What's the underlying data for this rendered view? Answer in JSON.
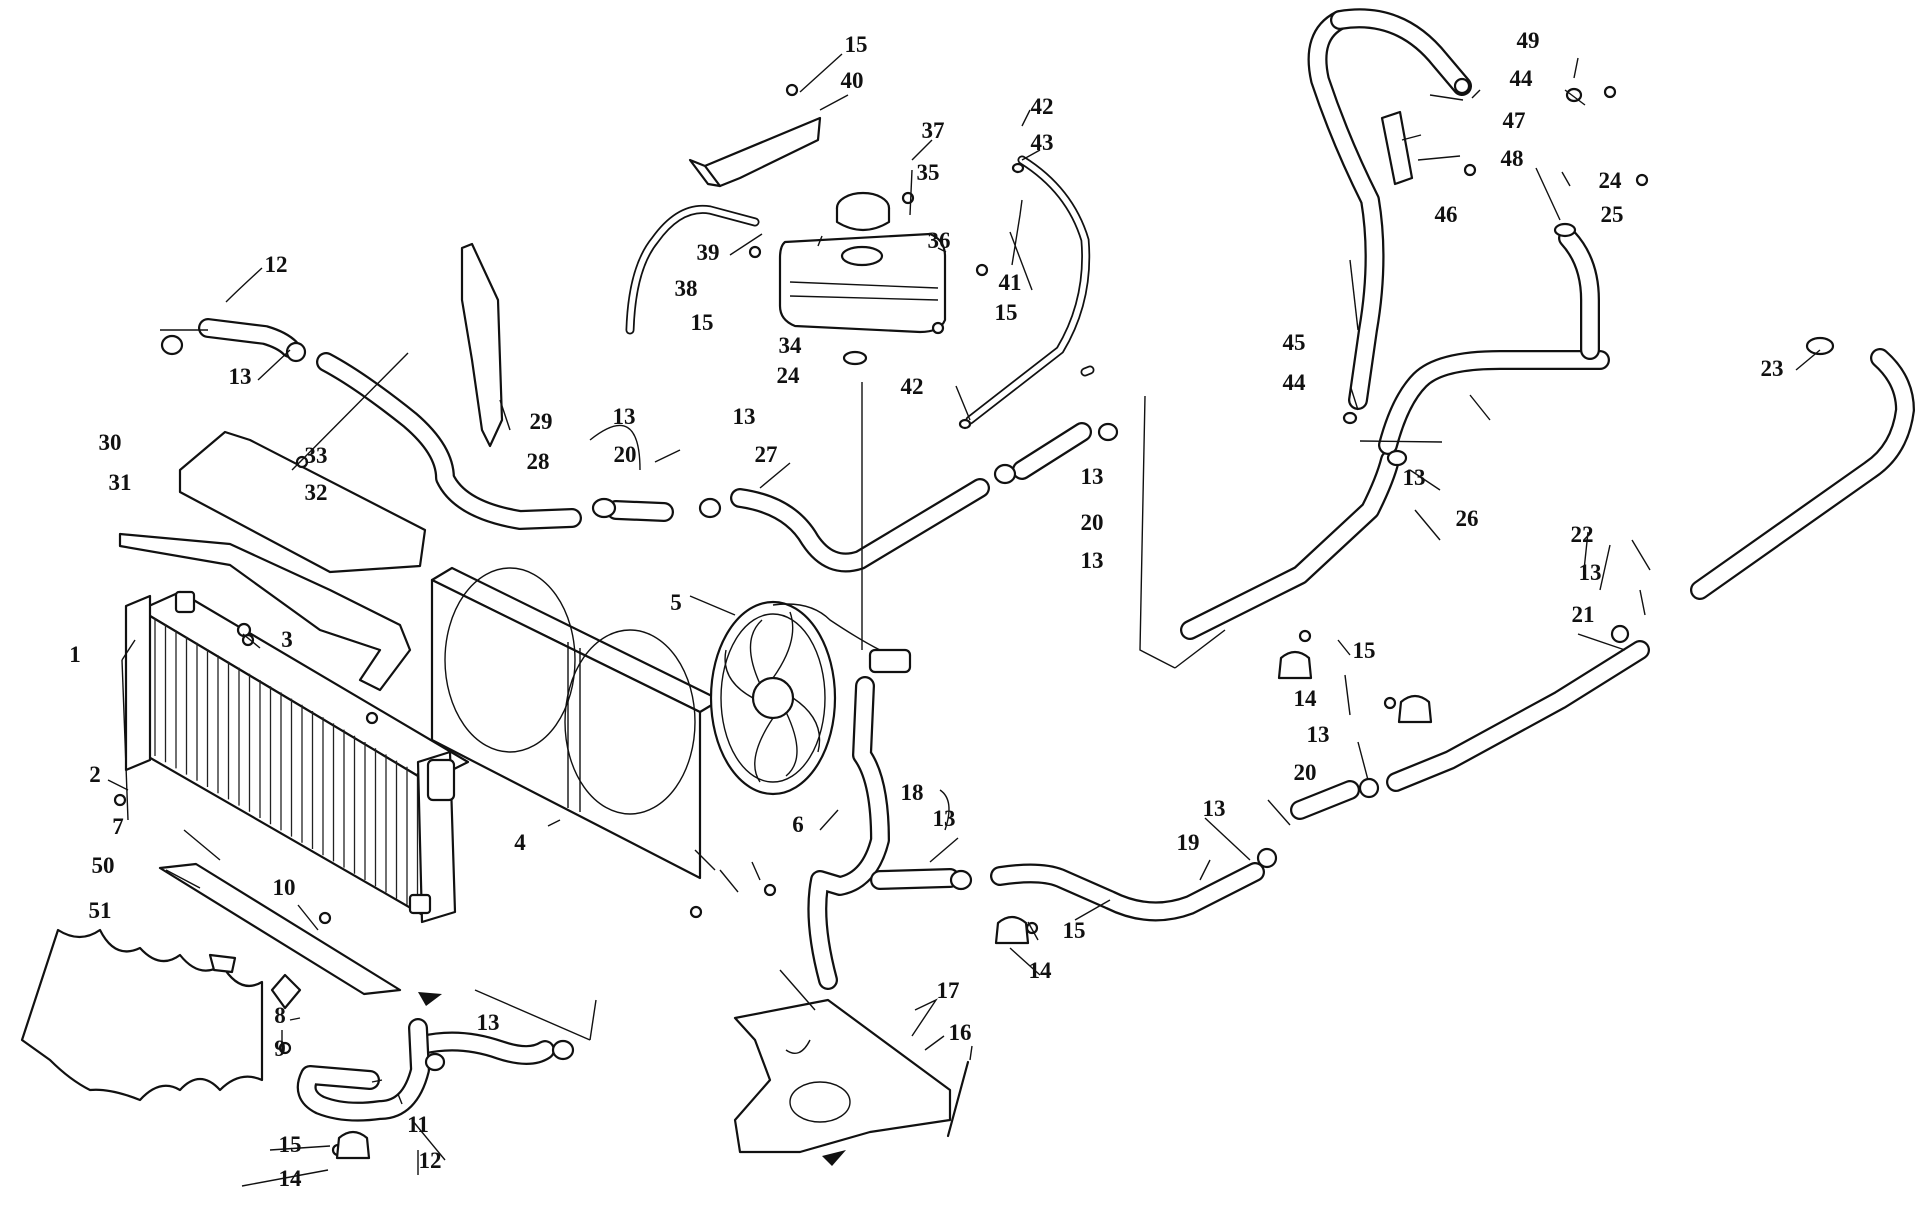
{
  "diagram": {
    "type": "exploded-parts-diagram",
    "callouts": [
      {
        "id": "c1",
        "text": "1"
      },
      {
        "id": "c2",
        "text": "2"
      },
      {
        "id": "c3",
        "text": "3"
      },
      {
        "id": "c4",
        "text": "4"
      },
      {
        "id": "c5",
        "text": "5"
      },
      {
        "id": "c6",
        "text": "6"
      },
      {
        "id": "c7",
        "text": "7"
      },
      {
        "id": "c8",
        "text": "8"
      },
      {
        "id": "c9",
        "text": "9"
      },
      {
        "id": "c10",
        "text": "10"
      },
      {
        "id": "c11",
        "text": "11"
      },
      {
        "id": "c12a",
        "text": "12"
      },
      {
        "id": "c12b",
        "text": "12"
      },
      {
        "id": "c13a",
        "text": "13"
      },
      {
        "id": "c13b",
        "text": "13"
      },
      {
        "id": "c13c",
        "text": "13"
      },
      {
        "id": "c13d",
        "text": "13"
      },
      {
        "id": "c13e",
        "text": "13"
      },
      {
        "id": "c13f",
        "text": "13"
      },
      {
        "id": "c13g",
        "text": "13"
      },
      {
        "id": "c13h",
        "text": "13"
      },
      {
        "id": "c13i",
        "text": "13"
      },
      {
        "id": "c13j",
        "text": "13"
      },
      {
        "id": "c13k",
        "text": "13"
      },
      {
        "id": "c14a",
        "text": "14"
      },
      {
        "id": "c14b",
        "text": "14"
      },
      {
        "id": "c14c",
        "text": "14"
      },
      {
        "id": "c15a",
        "text": "15"
      },
      {
        "id": "c15b",
        "text": "15"
      },
      {
        "id": "c15c",
        "text": "15"
      },
      {
        "id": "c15d",
        "text": "15"
      },
      {
        "id": "c15e",
        "text": "15"
      },
      {
        "id": "c15f",
        "text": "15"
      },
      {
        "id": "c16",
        "text": "16"
      },
      {
        "id": "c17",
        "text": "17"
      },
      {
        "id": "c18",
        "text": "18"
      },
      {
        "id": "c19",
        "text": "19"
      },
      {
        "id": "c20a",
        "text": "20"
      },
      {
        "id": "c20b",
        "text": "20"
      },
      {
        "id": "c20c",
        "text": "20"
      },
      {
        "id": "c21",
        "text": "21"
      },
      {
        "id": "c22",
        "text": "22"
      },
      {
        "id": "c23",
        "text": "23"
      },
      {
        "id": "c24a",
        "text": "24"
      },
      {
        "id": "c24b",
        "text": "24"
      },
      {
        "id": "c25",
        "text": "25"
      },
      {
        "id": "c26",
        "text": "26"
      },
      {
        "id": "c27",
        "text": "27"
      },
      {
        "id": "c28",
        "text": "28"
      },
      {
        "id": "c29",
        "text": "29"
      },
      {
        "id": "c30",
        "text": "30"
      },
      {
        "id": "c31",
        "text": "31"
      },
      {
        "id": "c32",
        "text": "32"
      },
      {
        "id": "c33",
        "text": "33"
      },
      {
        "id": "c34",
        "text": "34"
      },
      {
        "id": "c35",
        "text": "35"
      },
      {
        "id": "c36",
        "text": "36"
      },
      {
        "id": "c37",
        "text": "37"
      },
      {
        "id": "c38",
        "text": "38"
      },
      {
        "id": "c39",
        "text": "39"
      },
      {
        "id": "c40",
        "text": "40"
      },
      {
        "id": "c41",
        "text": "41"
      },
      {
        "id": "c42a",
        "text": "42"
      },
      {
        "id": "c42b",
        "text": "42"
      },
      {
        "id": "c43",
        "text": "43"
      },
      {
        "id": "c44a",
        "text": "44"
      },
      {
        "id": "c44b",
        "text": "44"
      },
      {
        "id": "c45",
        "text": "45"
      },
      {
        "id": "c46",
        "text": "46"
      },
      {
        "id": "c47",
        "text": "47"
      },
      {
        "id": "c48",
        "text": "48"
      },
      {
        "id": "c49",
        "text": "49"
      },
      {
        "id": "c50",
        "text": "50"
      },
      {
        "id": "c51",
        "text": "51"
      }
    ]
  }
}
